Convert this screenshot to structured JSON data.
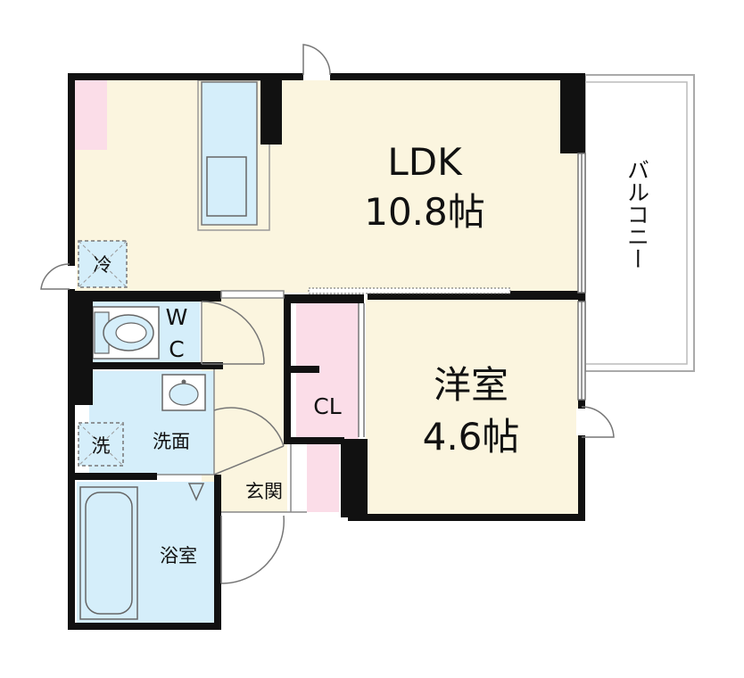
{
  "rooms": {
    "ldk": {
      "name": "LDK",
      "size": "10.8帖"
    },
    "western": {
      "name": "洋室",
      "size": "4.6帖"
    },
    "balcony": "バルコニー",
    "wc": {
      "line1": "W",
      "line2": "C"
    },
    "closet": "CL",
    "washroom": "洗面",
    "entrance": "玄関",
    "bath": "浴室",
    "fridge": "冷",
    "washer": "洗"
  },
  "colors": {
    "wall": "#111111",
    "floor_ldk": "#fbf5df",
    "floor_water": "#d5eefa",
    "closet": "#fbdde8",
    "white": "#ffffff"
  }
}
